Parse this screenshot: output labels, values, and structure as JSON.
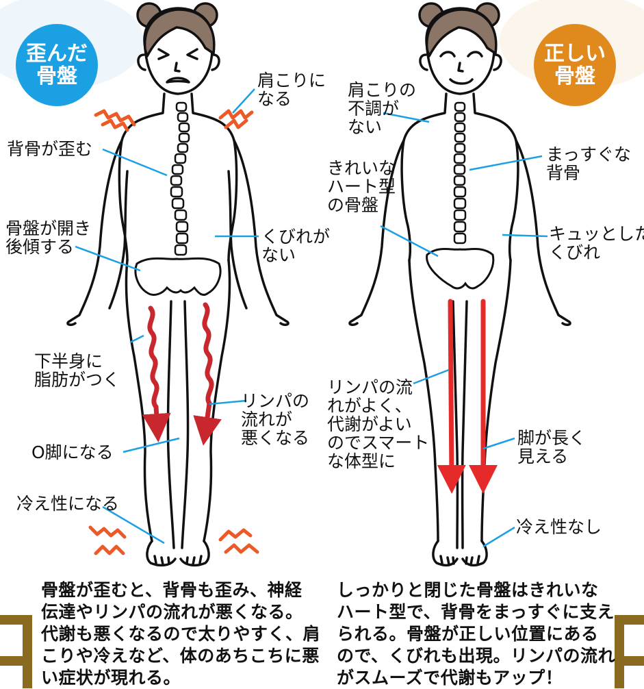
{
  "colors": {
    "badge_left": "#1ba0e3",
    "badge_right": "#e08a1e",
    "leader": "#1ba0e3",
    "lymph_bad": "#c8282d",
    "lymph_good": "#e62a2a",
    "pain": "#ec5a28",
    "ground": "#8a6a1e",
    "hair": "#8b7566"
  },
  "badges": {
    "left": {
      "line1": "歪んだ",
      "line2": "骨盤"
    },
    "right": {
      "line1": "正しい",
      "line2": "骨盤"
    }
  },
  "left_labels": {
    "shoulder": [
      "肩こりに",
      "なる"
    ],
    "spine": "背骨が歪む",
    "pelvis": [
      "骨盤が開き",
      "後傾する"
    ],
    "waist": [
      "くびれが",
      "ない"
    ],
    "fat": [
      "下半身に",
      "脂肪がつく"
    ],
    "lymph": [
      "リンパの",
      "流れが",
      "悪くなる"
    ],
    "legs": "O脚になる",
    "cold": "冷え性になる"
  },
  "right_labels": {
    "shoulder": [
      "肩こりの",
      "不調が",
      "ない"
    ],
    "spine": [
      "まっすぐな",
      "背骨"
    ],
    "pelvis": [
      "きれいな",
      "ハート型",
      "の骨盤"
    ],
    "waist": [
      "キュッとした",
      "くびれ"
    ],
    "lymph": [
      "リンパの流",
      "れがよく、",
      "代謝がよい",
      "のでスマート",
      "な体型に"
    ],
    "legs": [
      "脚が長く",
      "見える"
    ],
    "cold": "冷え性なし"
  },
  "descriptions": {
    "left": [
      "骨盤が歪むと、背骨も歪み、神経",
      "伝達やリンパの流れが悪くなる。",
      "代謝も悪くなるので太りやすく、肩",
      "こりや冷えなど、体のあちこちに悪",
      "い症状が現れる。"
    ],
    "right": [
      "しっかりと閉じた骨盤はきれいな",
      "ハート型で、背骨をまっすぐに支え",
      "られる。骨盤が正しい位置にある",
      "ので、くびれも出現。リンパの流れ",
      "がスムーズで代謝もアップ！"
    ]
  },
  "icons": [
    "distorted-figure-icon",
    "correct-figure-icon",
    "pain-zigzag-icon",
    "lymph-arrow-icon"
  ]
}
